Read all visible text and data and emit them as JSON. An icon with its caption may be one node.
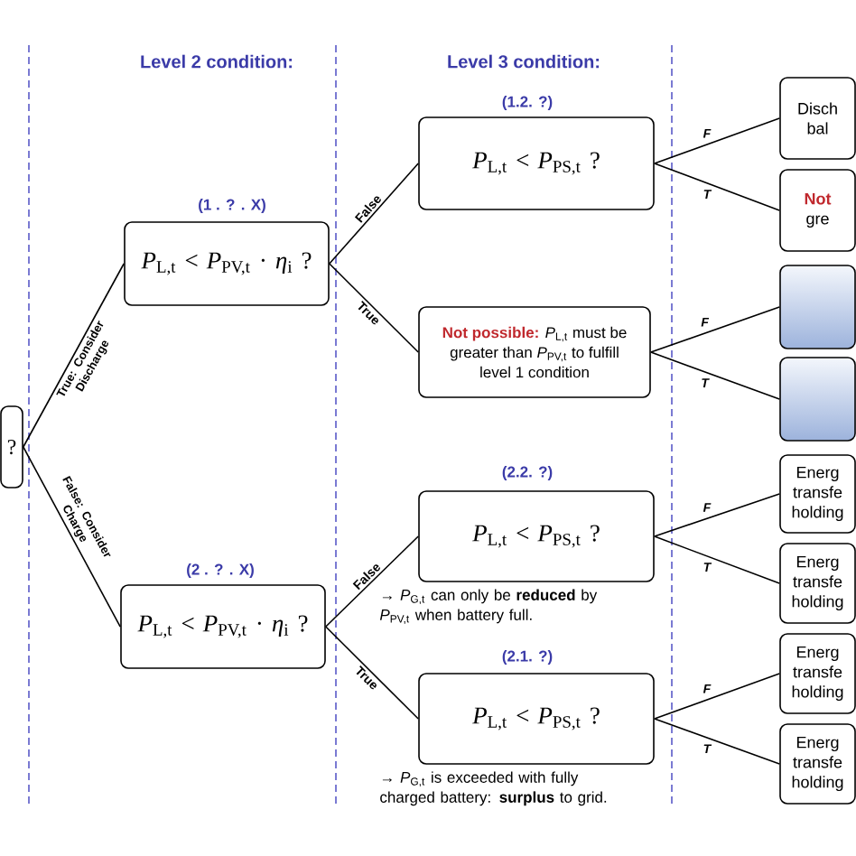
{
  "diagram": {
    "nodes": [
      {
        "text": [
          "?"
        ]
      },
      {
        "text": [
          "*P*$_{L,t}$ < *P*$_{PV,t}$ · *η*$_{i}$ ?"
        ],
        "beside": [
          "(1 . ? . X)"
        ]
      },
      {
        "text": [
          "*P*$_{L,t}$ < *P*$_{PV,t}$ · *η*$_{i}$ ?"
        ],
        "beside": [
          "(2 . ? . X)"
        ]
      },
      {
        "text": [
          "*P*$_{L,t}$ < *P*$_{PS,t}$ ?"
        ],
        "beside": [
          "(1.2. ?)"
        ]
      },
      {
        "text": [
          "Not possible:",
          "*P*$_{L,t}$ must be greater than *P*$_{PV,t}$ to fulfill level 1 condition"
        ]
      },
      {
        "text": [
          "*P*$_{L,t}$ < *P*$_{PS,t}$ ?"
        ],
        "beside": [
          "(2.2. ?)",
          "→ *P*$_{G,t}$ can only be **reduced** by *P*$_{PV,t}$ when battery full."
        ]
      },
      {
        "text": [
          "*P*$_{L,t}$ < *P*$_{PS,t}$ ?"
        ],
        "beside": [
          "(2.1. ?)",
          "→ *P*$_{G,t}$ is exceeded with fully charged battery: **surplus** to grid."
        ]
      },
      {
        "text": [
          "Disch bal"
        ]
      },
      {
        "text": [
          "Not",
          "gre"
        ]
      },
      {
        "text": [],
        "shape": "box"
      },
      {
        "text": [],
        "shape": "box"
      },
      {
        "text": [
          "Energ transfe holding"
        ]
      },
      {
        "text": [
          "Energ transfe holding"
        ]
      },
      {
        "text": [
          "Energ transfe holding"
        ]
      },
      {
        "text": [
          "Energ transfe holding"
        ]
      }
    ],
    "edges": [
      {
        "from": 0,
        "to": 1,
        "arrow": "none",
        "label": "True: Consider Discharge"
      },
      {
        "from": 0,
        "to": 2,
        "arrow": "none",
        "label": "False: Consider Charge"
      },
      {
        "from": 1,
        "to": 3,
        "arrow": "none",
        "label": "False"
      },
      {
        "from": 1,
        "to": 4,
        "arrow": "none",
        "label": "True"
      },
      {
        "from": 2,
        "to": 5,
        "arrow": "none",
        "label": "False"
      },
      {
        "from": 2,
        "to": 6,
        "arrow": "none",
        "label": "True"
      },
      {
        "from": 3,
        "to": 7,
        "arrow": "none",
        "label": "F"
      },
      {
        "from": 3,
        "to": 8,
        "arrow": "none",
        "label": "T"
      },
      {
        "from": 4,
        "to": 9,
        "arrow": "none",
        "label": "F"
      },
      {
        "from": 4,
        "to": 10,
        "arrow": "none",
        "label": "T"
      },
      {
        "from": 5,
        "to": 11,
        "arrow": "none",
        "label": "F"
      },
      {
        "from": 5,
        "to": 12,
        "arrow": "none",
        "label": "T"
      },
      {
        "from": 6,
        "to": 13,
        "arrow": "none",
        "label": "F"
      },
      {
        "from": 6,
        "to": 14,
        "arrow": "none",
        "label": "T"
      }
    ],
    "labels": [
      "Level 2 condition:",
      "Level 3 condition:"
    ]
  }
}
